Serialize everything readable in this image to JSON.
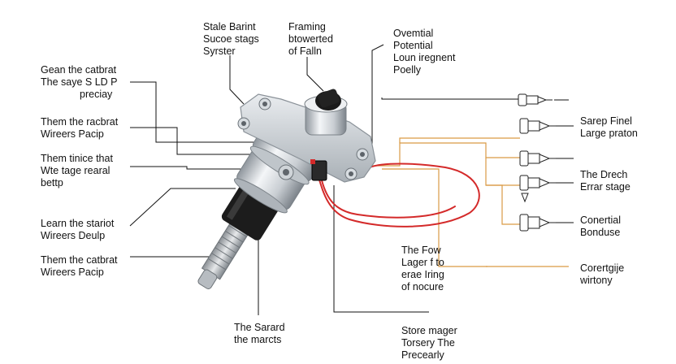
{
  "labels": {
    "top_left": [
      "Stale Barint",
      "Sucoe stags",
      "Syrster"
    ],
    "top_center": [
      "Framing",
      "btowerted",
      "of Falln"
    ],
    "top_right": [
      "Ovemtial",
      "Potential",
      "Loun iregnent",
      "Poelly"
    ],
    "left_1": [
      "Gean the catbrat",
      "The saye S LD P",
      "preciay"
    ],
    "left_2": [
      "Them the racbrat",
      "Wireers Pacip"
    ],
    "left_3": [
      "Them tinice that",
      "Wte tage rearal",
      "bettp"
    ],
    "left_4": [
      "Learn the stariot",
      "Wireers Deulp"
    ],
    "left_5": [
      "Them the catbrat",
      "Wireers Pacip"
    ],
    "bottom_center": [
      "The Sarard",
      "the marcts"
    ],
    "middle_center": [
      "The Fow",
      "Lager f to",
      "erae Iring",
      "of nocure"
    ],
    "bottom_right_center": [
      "Store mager",
      "Torsery The",
      "Precearly"
    ],
    "right_1": [
      "Sarep Finel",
      "Large praton"
    ],
    "right_2": [
      "The Drech",
      "Errar stage"
    ],
    "right_3": [
      "Conertial",
      "Bonduse"
    ],
    "right_4": [
      "Corertgije",
      "wirtony"
    ]
  },
  "colors": {
    "leader_line": "#111111",
    "orange_wire": "#d99a45",
    "red_wire": "#d42a2a",
    "metal_light": "#eef0f2",
    "metal_dark": "#9aa1a8",
    "rubber": "#1c1c1c"
  },
  "icons": [
    "spark-plug-icon",
    "spark-plug-icon",
    "spark-plug-icon",
    "spark-plug-icon",
    "spark-plug-icon",
    "spark-plug-icon"
  ]
}
